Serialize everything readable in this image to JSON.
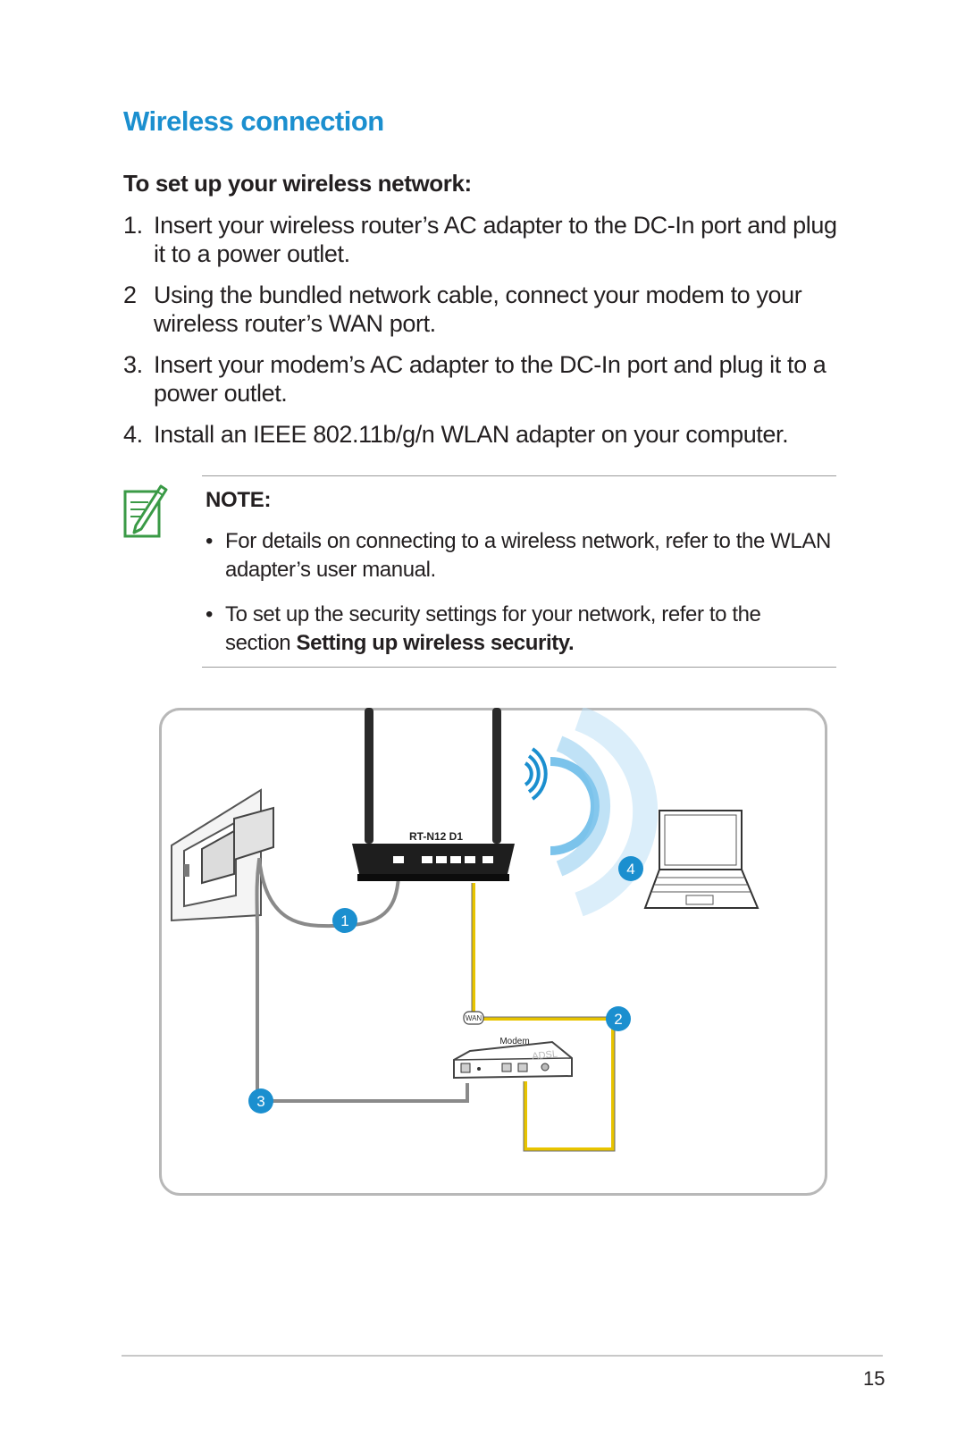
{
  "section_title": "Wireless connection",
  "subheading": "To set up your wireless network:",
  "steps": [
    {
      "number": "1.",
      "text": "Insert your wireless router’s AC adapter to the DC-In port and plug it to a power outlet."
    },
    {
      "number": "2",
      "text": "Using the bundled network cable, connect your modem to your wireless router’s WAN port."
    },
    {
      "number": "3.",
      "text": "Insert your modem’s AC adapter to the DC-In port and plug it to a power outlet."
    },
    {
      "number": "4.",
      "text": "Install an IEEE 802.11b/g/n WLAN adapter on your computer."
    }
  ],
  "note": {
    "icon": "note-pencil-icon",
    "title": "NOTE:",
    "items": [
      {
        "text": "For details on connecting to a wireless network, refer to the WLAN adapter’s user manual.",
        "bold": ""
      },
      {
        "text": "To set up the security settings for your network, refer to the section ",
        "bold": "Setting up wireless security."
      }
    ]
  },
  "diagram": {
    "router_label": "RT-N12 D1",
    "wan_label": "WAN",
    "modem_label": "Modem",
    "modem_brand": "ADSL",
    "callouts": [
      "1",
      "2",
      "3",
      "4"
    ],
    "colors": {
      "callout": "#1b8fcf",
      "wave": "#5ab4e6",
      "data_cable": "#e8c400",
      "power_cable": "#8a8a8a"
    }
  },
  "page_number": "15"
}
